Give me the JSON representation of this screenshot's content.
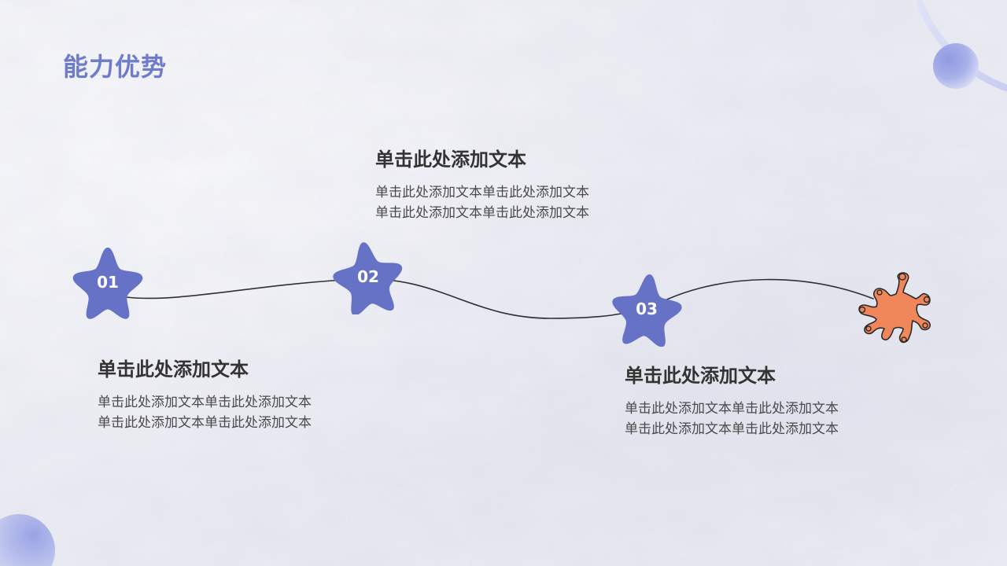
{
  "page": {
    "title": "能力优势"
  },
  "colors": {
    "accent": "#6f7ccd",
    "star": "#6672c6",
    "splat": "#f0875a",
    "text_dark": "#333333",
    "text_body": "#4a4a4a"
  },
  "steps": [
    {
      "number": "01",
      "title": "单击此处添加文本",
      "lines": [
        "单击此处添加文本单击此处添加文本",
        "单击此处添加文本单击此处添加文本"
      ]
    },
    {
      "number": "02",
      "title": "单击此处添加文本",
      "lines": [
        "单击此处添加文本单击此处添加文本",
        "单击此处添加文本单击此处添加文本"
      ]
    },
    {
      "number": "03",
      "title": "单击此处添加文本",
      "lines": [
        "单击此处添加文本单击此处添加文本",
        "单击此处添加文本单击此处添加文本"
      ]
    }
  ],
  "icons": {
    "step_marker": "star-icon",
    "end_marker": "splat-icon"
  }
}
